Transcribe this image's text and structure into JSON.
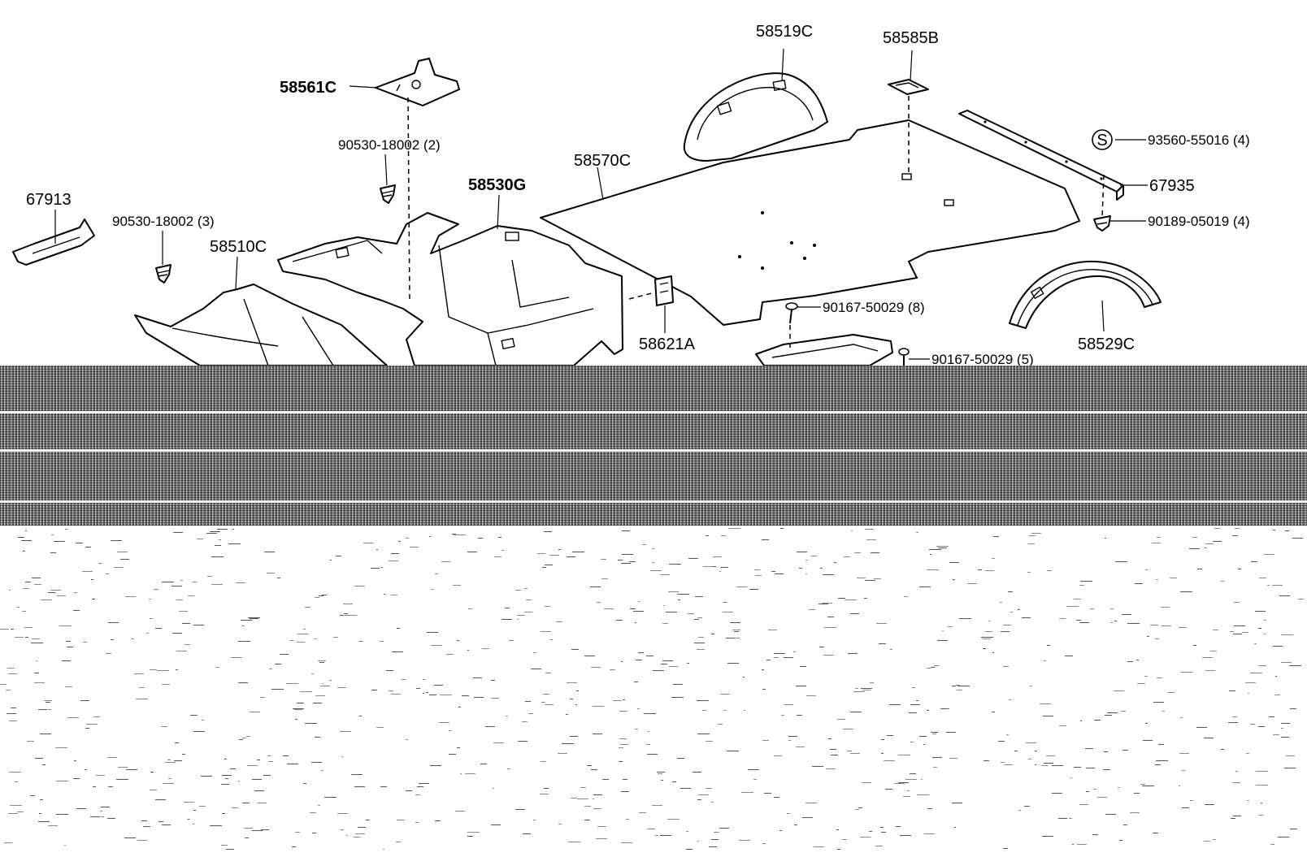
{
  "diagram": {
    "part_labels": [
      {
        "id": "58519C",
        "text": "58519C"
      },
      {
        "id": "58585B",
        "text": "58585B"
      },
      {
        "id": "58561C",
        "text": "58561C"
      },
      {
        "id": "90530-18002-2",
        "text": "90530-18002 (2)"
      },
      {
        "id": "58570C",
        "text": "58570C"
      },
      {
        "id": "93560-55016",
        "text": "93560-55016 (4)"
      },
      {
        "id": "67935",
        "text": "67935"
      },
      {
        "id": "58530G",
        "text": "58530G"
      },
      {
        "id": "67913",
        "text": "67913"
      },
      {
        "id": "90530-18002-3",
        "text": "90530-18002 (3)"
      },
      {
        "id": "90189-05019",
        "text": "90189-05019 (4)"
      },
      {
        "id": "58510C",
        "text": "58510C"
      },
      {
        "id": "90167-50029-8",
        "text": "90167-50029 (8)"
      },
      {
        "id": "58621A",
        "text": "58621A"
      },
      {
        "id": "58529C",
        "text": "58529C"
      },
      {
        "id": "90167-50029-5",
        "text": "90167-50029 (5)"
      }
    ],
    "supplied_marker": "S"
  }
}
